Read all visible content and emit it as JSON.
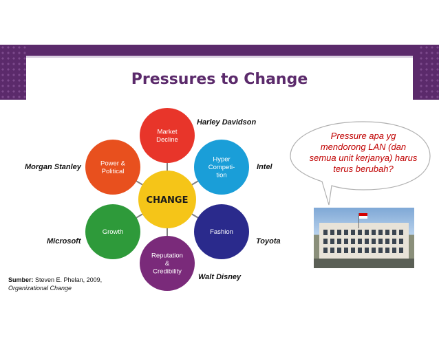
{
  "title": "Pressures to Change",
  "diagram": {
    "center": "CHANGE",
    "petals": [
      {
        "label": "Market Decline",
        "lines": [
          "Market",
          "Decline"
        ],
        "color": "#e8352a"
      },
      {
        "label": "Hyper Competition",
        "lines": [
          "Hyper",
          "Competi-",
          "tion"
        ],
        "color": "#1a9ed8"
      },
      {
        "label": "Fashion",
        "lines": [
          "Fashion"
        ],
        "color": "#2a2a8c"
      },
      {
        "label": "Reputation & Credibility",
        "lines": [
          "Reputation",
          "&",
          "Credibility"
        ],
        "color": "#7a2a7a"
      },
      {
        "label": "Growth",
        "lines": [
          "Growth"
        ],
        "color": "#2e9a3a"
      },
      {
        "label": "Power & Political",
        "lines": [
          "Power &",
          "Political"
        ],
        "color": "#e8501e"
      }
    ],
    "center_color": "#f5c518"
  },
  "companies": {
    "harley": "Harley Davidson",
    "intel": "Intel",
    "toyota": "Toyota",
    "disney": "Walt Disney",
    "microsoft": "Microsoft",
    "morgan": "Morgan Stanley"
  },
  "source": {
    "label": "Sumber:",
    "text": "Steven E. Phelan, 2009,",
    "work": "Organizational Change"
  },
  "callout": "Pressure apa yg mendorong LAN (dan semua unit kerjanya) harus terus berubah?"
}
